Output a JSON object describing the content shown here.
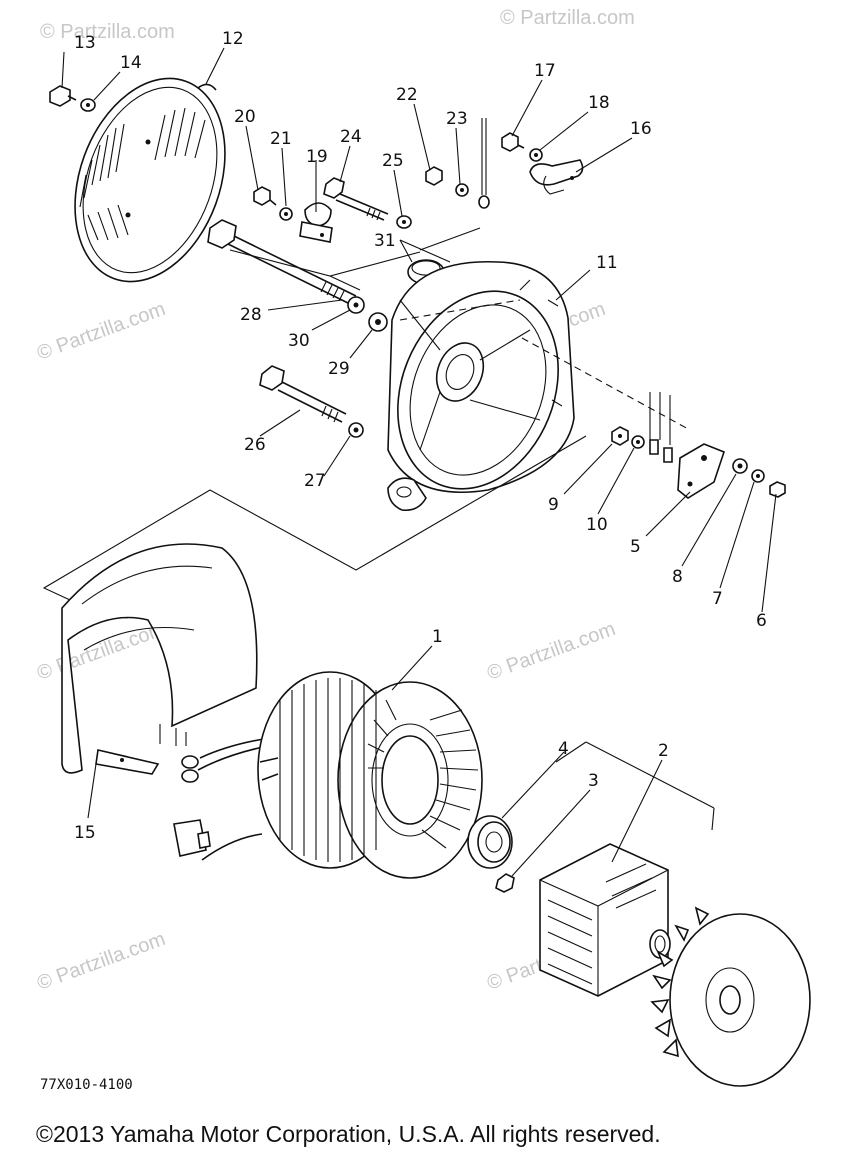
{
  "diagram": {
    "callouts": [
      "1",
      "2",
      "3",
      "4",
      "5",
      "6",
      "7",
      "8",
      "9",
      "10",
      "11",
      "12",
      "13",
      "14",
      "15",
      "16",
      "17",
      "18",
      "19",
      "20",
      "21",
      "22",
      "23",
      "24",
      "25",
      "26",
      "27",
      "28",
      "29",
      "30",
      "31"
    ],
    "part_number": "77X010-4100",
    "copyright": "©2013 Yamaha Motor Corporation, U.S.A. All rights reserved.",
    "watermark": "© Partzilla.com"
  }
}
